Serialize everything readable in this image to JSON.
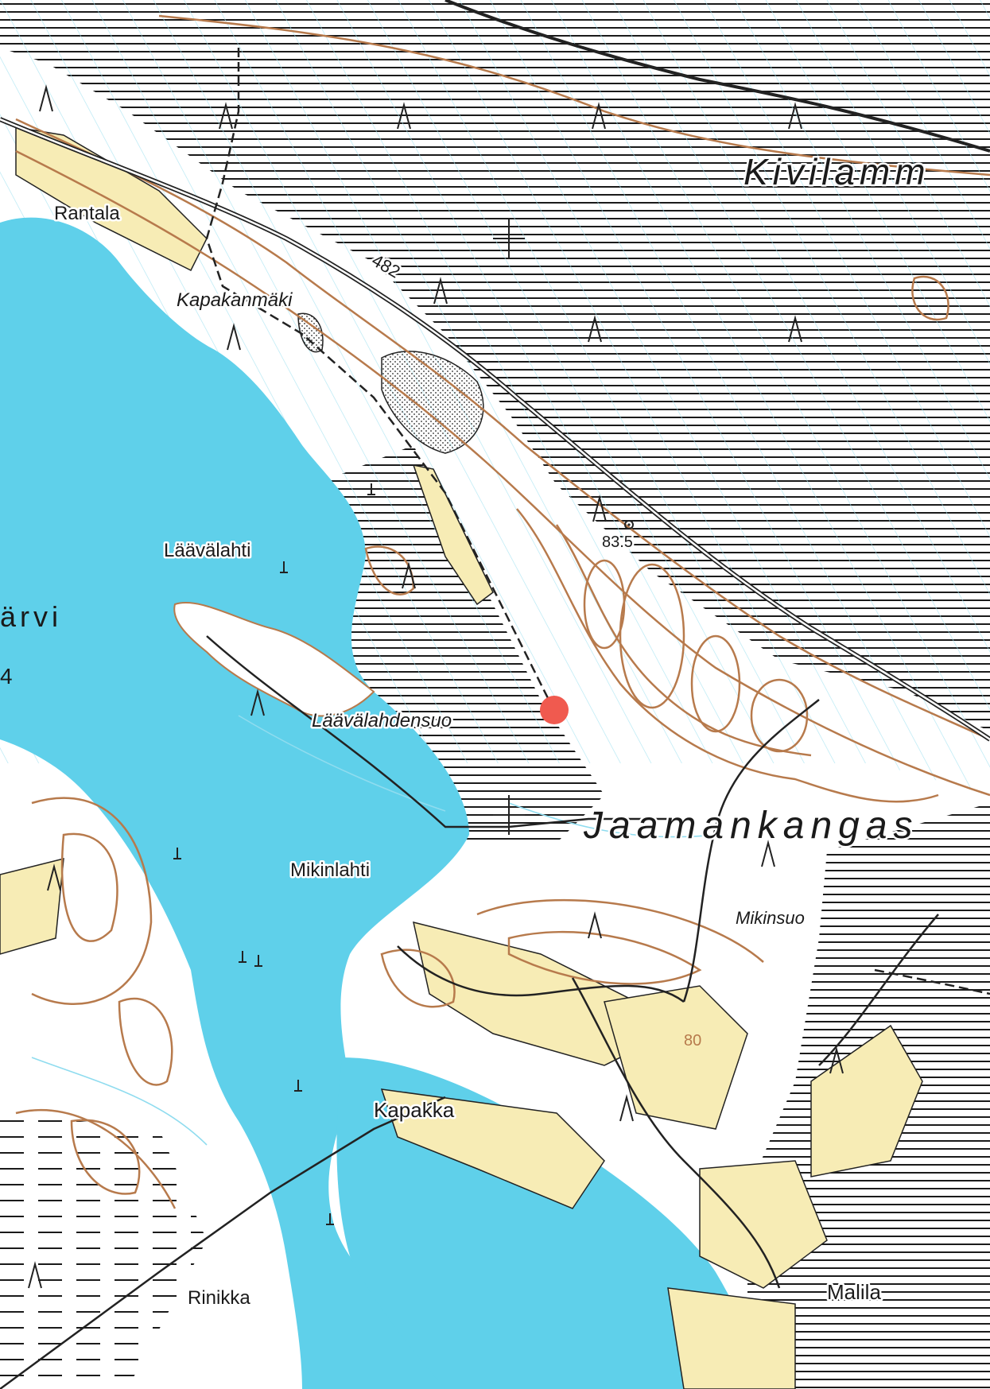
{
  "map": {
    "colors": {
      "water": "#5fd0ea",
      "field": "#f7ecb5",
      "contour": "#b77a4c",
      "road": "#222222",
      "bog_hatch": "#1a1a1a",
      "marker": "#f05a4f"
    },
    "labels": {
      "kivilammi": "Kivilamm",
      "rantala": "Rantala",
      "kapakanmaki": "Kapakanmäki",
      "road_number": "482",
      "laavalahti": "Läävälahti",
      "jarvi_fragment": "ärvi",
      "edge_number": "4",
      "laavalahdensuo": "Läävälahdensuo",
      "height_835": "83.5",
      "jaamankangas": "Jaamankangas",
      "mikinlahti": "Mikinlahti",
      "mikinsuo": "Mikinsuo",
      "contour_80": "80",
      "kapakka": "Kapakka",
      "rinikka": "Rinikka",
      "malila": "Malila"
    },
    "icons": [
      "red-location-marker",
      "benchmark-icon",
      "spruce-forest-symbol",
      "reed-symbol",
      "cross-symbol"
    ]
  }
}
